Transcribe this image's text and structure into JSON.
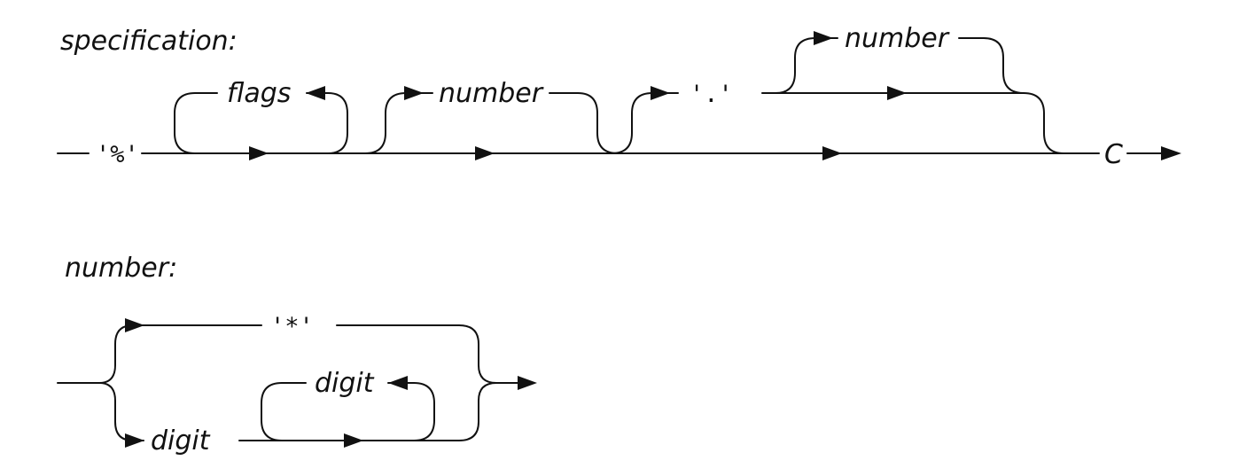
{
  "rules": {
    "specification": {
      "name": "specification:",
      "start_literal": "'%'",
      "flags": "flags",
      "width": "number",
      "dot": "'.'",
      "precision": "number",
      "end": "C"
    },
    "number": {
      "name": "number:",
      "star": "'*'",
      "first_digit": "digit",
      "repeat_digit": "digit"
    }
  }
}
